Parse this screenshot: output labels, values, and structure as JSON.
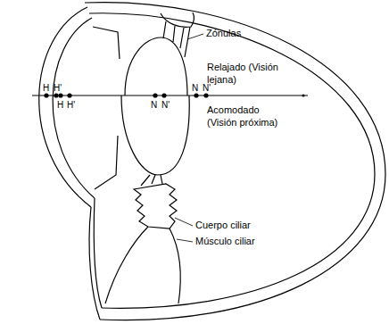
{
  "diagram": {
    "labels": [
      "Zónulas",
      "Relajado (Visión lejana)",
      "Acomodado (Visión próxima)",
      "Cuerpo ciliar",
      "Músculo ciliar",
      "H",
      "H'",
      "H",
      "H'",
      "N",
      "N'",
      "N",
      "N'"
    ]
  }
}
